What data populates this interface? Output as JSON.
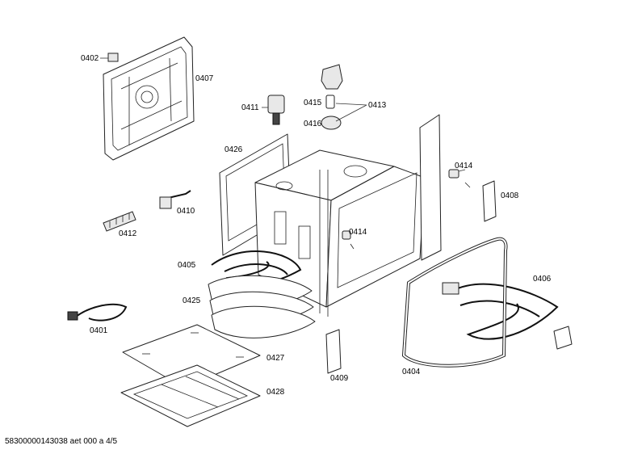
{
  "labels": {
    "p0402": "0402",
    "p0407": "0407",
    "p0411": "0411",
    "p0415": "0415",
    "p0413": "0413",
    "p0416": "0416",
    "p0426": "0426",
    "p0414a": "0414",
    "p0408": "0408",
    "p0410": "0410",
    "p0412": "0412",
    "p0414b": "0414",
    "p0405": "0405",
    "p0406": "0406",
    "p0425": "0425",
    "p0401": "0401",
    "p0427": "0427",
    "p0409": "0409",
    "p0404": "0404",
    "p0428": "0428"
  },
  "footer": "58300000143038 aet 000 a 4/5"
}
